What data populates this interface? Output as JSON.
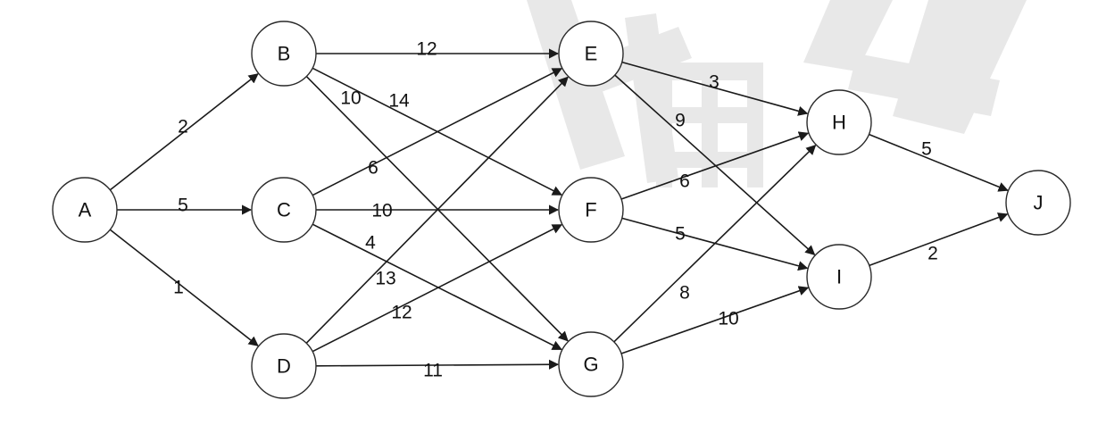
{
  "diagram": {
    "nodes": [
      {
        "id": "A",
        "label": "A"
      },
      {
        "id": "B",
        "label": "B"
      },
      {
        "id": "C",
        "label": "C"
      },
      {
        "id": "D",
        "label": "D"
      },
      {
        "id": "E",
        "label": "E"
      },
      {
        "id": "F",
        "label": "F"
      },
      {
        "id": "G",
        "label": "G"
      },
      {
        "id": "H",
        "label": "H"
      },
      {
        "id": "I",
        "label": "I"
      },
      {
        "id": "J",
        "label": "J"
      }
    ],
    "edges": [
      {
        "from": "A",
        "to": "B",
        "weight": "2"
      },
      {
        "from": "A",
        "to": "C",
        "weight": "5"
      },
      {
        "from": "A",
        "to": "D",
        "weight": "1"
      },
      {
        "from": "B",
        "to": "E",
        "weight": "12"
      },
      {
        "from": "B",
        "to": "F",
        "weight": "14"
      },
      {
        "from": "B",
        "to": "G",
        "weight": "10"
      },
      {
        "from": "C",
        "to": "E",
        "weight": "6"
      },
      {
        "from": "C",
        "to": "F",
        "weight": "10"
      },
      {
        "from": "C",
        "to": "G",
        "weight": "4"
      },
      {
        "from": "D",
        "to": "E",
        "weight": "13"
      },
      {
        "from": "D",
        "to": "F",
        "weight": "12"
      },
      {
        "from": "D",
        "to": "G",
        "weight": "11"
      },
      {
        "from": "E",
        "to": "H",
        "weight": "3"
      },
      {
        "from": "E",
        "to": "I",
        "weight": "9"
      },
      {
        "from": "F",
        "to": "H",
        "weight": "6"
      },
      {
        "from": "F",
        "to": "I",
        "weight": "5"
      },
      {
        "from": "G",
        "to": "H",
        "weight": "8"
      },
      {
        "from": "G",
        "to": "I",
        "weight": "10"
      },
      {
        "from": "H",
        "to": "J",
        "weight": "5"
      },
      {
        "from": "I",
        "to": "J",
        "weight": "2"
      }
    ]
  },
  "colors": {
    "line": "#1a1a1a",
    "node_fill": "#ffffff",
    "node_stroke": "#2a2a2a",
    "text": "#111111",
    "watermark": "#e8e8e8"
  }
}
